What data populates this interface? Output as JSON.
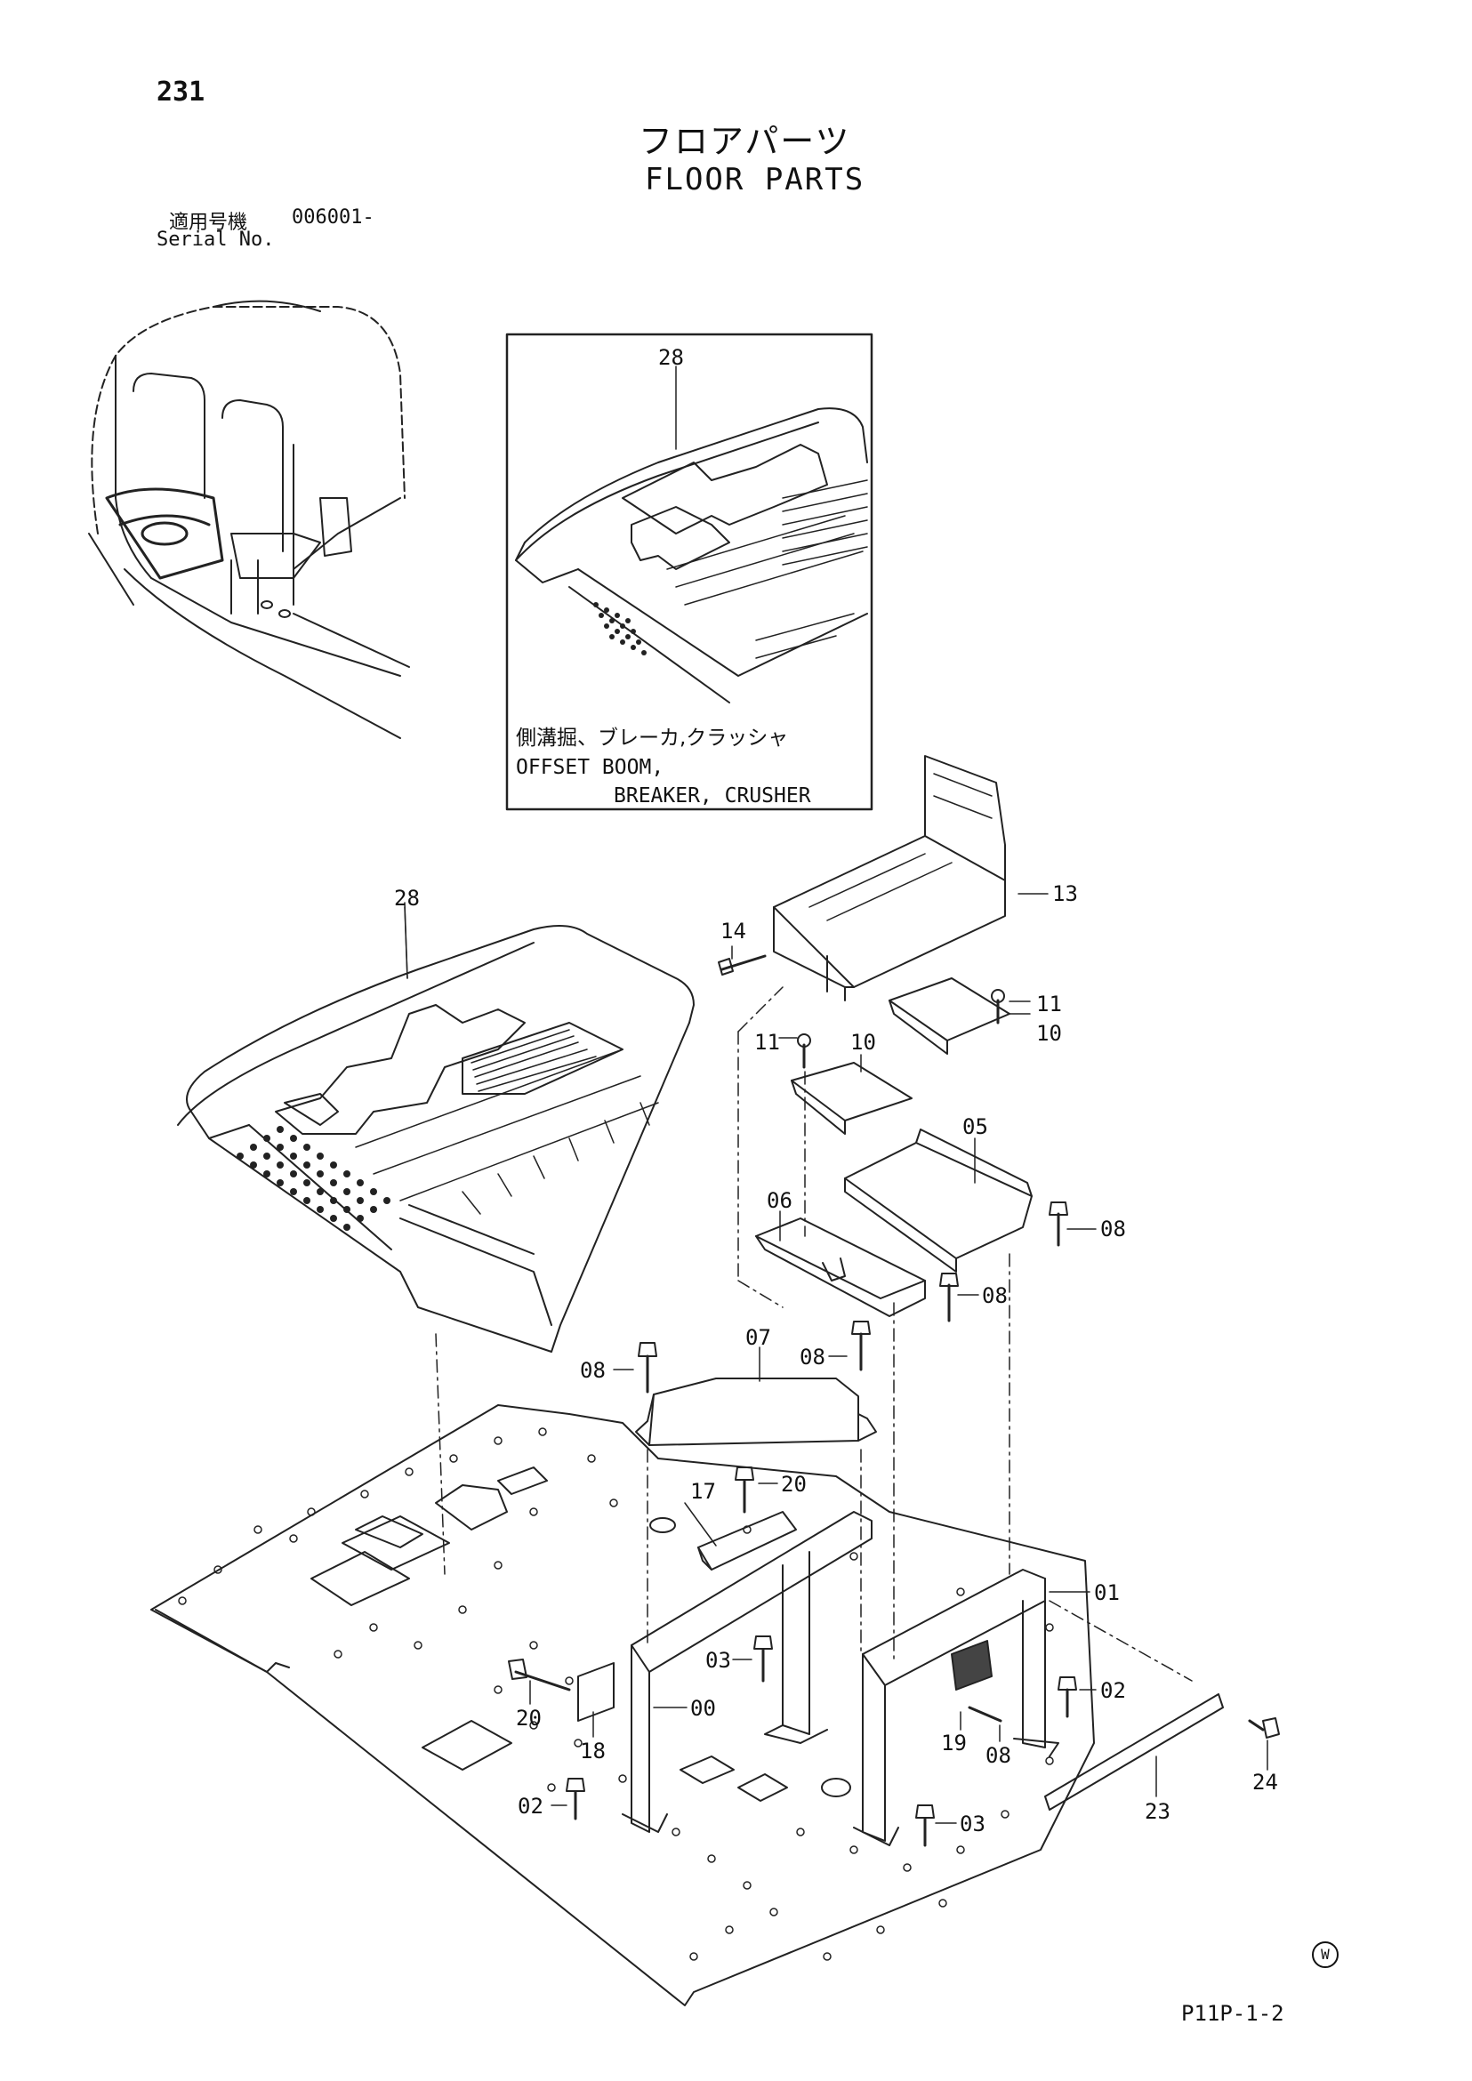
{
  "header": {
    "page_number": "231",
    "title_jp": "フロアパーツ",
    "title_en": "FLOOR PARTS",
    "serial_label_jp": "適用号機",
    "serial_label_en": "Serial No.",
    "serial_value": "006001-"
  },
  "inset": {
    "part_label": "28",
    "caption_jp": "側溝掘、ブレーカ,クラッシャ",
    "caption_en_line1": "OFFSET BOOM,",
    "caption_en_line2": "BREAKER, CRUSHER"
  },
  "parts": {
    "p28": "28",
    "p13": "13",
    "p14": "14",
    "p11a": "11",
    "p11b": "11",
    "p10a": "10",
    "p10b": "10",
    "p05": "05",
    "p06": "06",
    "p08a": "08",
    "p08b": "08",
    "p07": "07",
    "p08c": "08",
    "p08d": "08",
    "p17": "17",
    "p20a": "20",
    "p01": "01",
    "p03a": "03",
    "p02a": "02",
    "p20b": "20",
    "p00": "00",
    "p18": "18",
    "p19": "19",
    "p08e": "08",
    "p24": "24",
    "p02b": "02",
    "p03b": "03",
    "p23": "23"
  },
  "footer": {
    "mark": "W",
    "page_code": "P11P-1-2"
  }
}
